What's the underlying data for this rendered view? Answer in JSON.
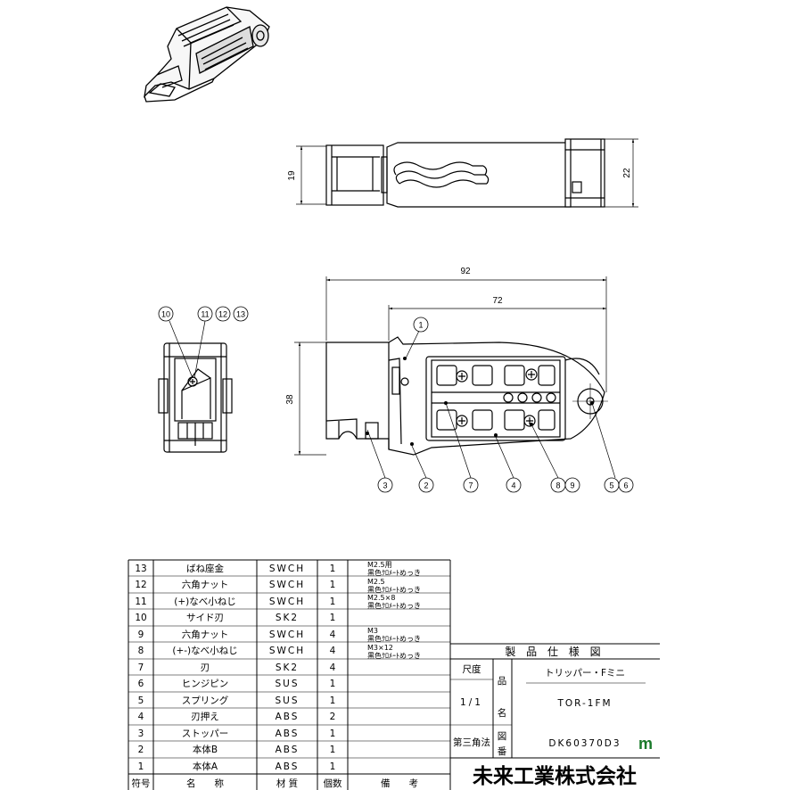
{
  "dimensions": {
    "front_height": "19",
    "front_height_right": "22",
    "overall_length": "92",
    "body_length": "72",
    "side_height": "38"
  },
  "callouts": {
    "top": [
      "10",
      "11",
      "12",
      "13"
    ],
    "main": [
      "1",
      "2",
      "3",
      "4",
      "5",
      "6",
      "7",
      "8",
      "9"
    ]
  },
  "bom": {
    "headers": [
      "符号",
      "名　　称",
      "材 質",
      "個数",
      "備　　考"
    ],
    "rows": [
      {
        "no": "13",
        "name": "ばね座金",
        "material": "SWCH",
        "qty": "1",
        "note": [
          "M2.5用",
          "黒色ｸﾛﾒｰﾄめっき"
        ]
      },
      {
        "no": "12",
        "name": "六角ナット",
        "material": "SWCH",
        "qty": "1",
        "note": [
          "M2.5",
          "黒色ｸﾛﾒｰﾄめっき"
        ]
      },
      {
        "no": "11",
        "name": "(+)なべ小ねじ",
        "material": "SWCH",
        "qty": "1",
        "note": [
          "M2.5×8",
          "黒色ｸﾛﾒｰﾄめっき"
        ]
      },
      {
        "no": "10",
        "name": "サイド刃",
        "material": "SK2",
        "qty": "1",
        "note": []
      },
      {
        "no": "9",
        "name": "六角ナット",
        "material": "SWCH",
        "qty": "4",
        "note": [
          "M3",
          "黒色ｸﾛﾒｰﾄめっき"
        ]
      },
      {
        "no": "8",
        "name": "(+-)なべ小ねじ",
        "material": "SWCH",
        "qty": "4",
        "note": [
          "M3×12",
          "黒色ｸﾛﾒｰﾄめっき"
        ]
      },
      {
        "no": "7",
        "name": "刃",
        "material": "SK2",
        "qty": "4",
        "note": []
      },
      {
        "no": "6",
        "name": "ヒンジピン",
        "material": "SUS",
        "qty": "1",
        "note": []
      },
      {
        "no": "5",
        "name": "スプリング",
        "material": "SUS",
        "qty": "1",
        "note": []
      },
      {
        "no": "4",
        "name": "刃押え",
        "material": "ABS",
        "qty": "2",
        "note": []
      },
      {
        "no": "3",
        "name": "ストッパー",
        "material": "ABS",
        "qty": "1",
        "note": []
      },
      {
        "no": "2",
        "name": "本体B",
        "material": "ABS",
        "qty": "1",
        "note": []
      },
      {
        "no": "1",
        "name": "本体A",
        "material": "ABS",
        "qty": "1",
        "note": []
      }
    ]
  },
  "title_block": {
    "heading": "製 品 仕 様 図",
    "scale_label": "尺度",
    "scale_value": "1/1",
    "projection": "第三角法",
    "name_label_1": "品",
    "name_label_2": "名",
    "product_name": "トリッパー・Fミニ",
    "model": "TOR-1FM",
    "drawing_label_1": "図",
    "drawing_label_2": "番",
    "drawing_no": "DK60370D3",
    "logo_char": "m",
    "company": "未来工業株式会社"
  }
}
